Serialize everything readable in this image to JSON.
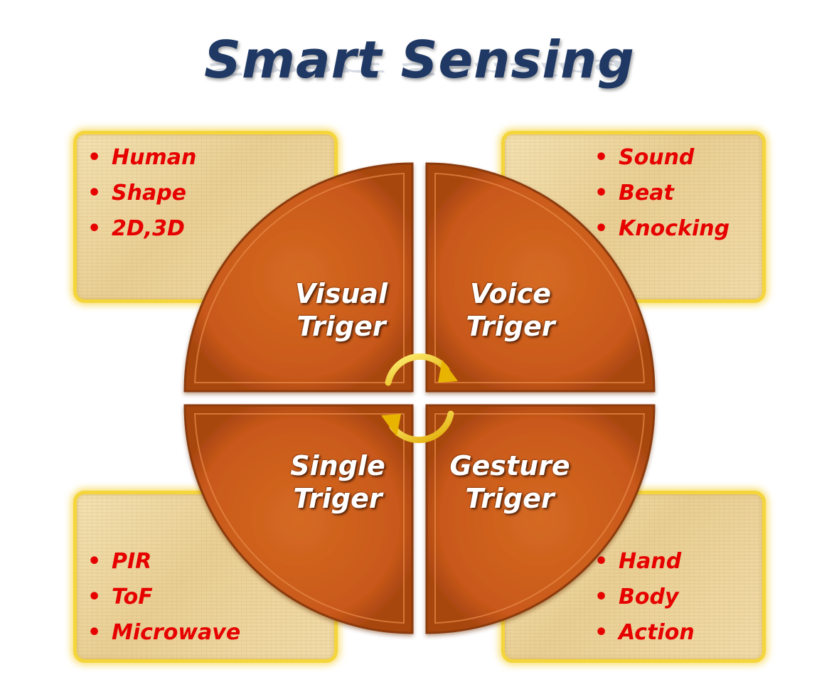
{
  "title": "Smart Sensing",
  "quadrants": {
    "visual": {
      "line1": "Visual",
      "line2": "Triger"
    },
    "voice": {
      "line1": "Voice",
      "line2": "Triger"
    },
    "single": {
      "line1": "Single",
      "line2": "Triger"
    },
    "gesture": {
      "line1": "Gesture",
      "line2": "Triger"
    }
  },
  "boxes": {
    "top_left": {
      "items": [
        "Human",
        "Shape",
        "2D,3D"
      ]
    },
    "top_right": {
      "items": [
        "Sound",
        "Beat",
        "Knocking"
      ]
    },
    "bottom_left": {
      "items": [
        "PIR",
        "ToF",
        "Microwave"
      ]
    },
    "bottom_right": {
      "items": [
        "Hand",
        "Body",
        "Action"
      ]
    }
  },
  "colors": {
    "title": "#1f3864",
    "wheel": "#c8581a",
    "wheel_edge": "#8c3a0c",
    "bullet_text": "#e60000",
    "box_border": "#f4d53c",
    "arrow": "#f2c200"
  },
  "icons": [
    "cycle-arrows-icon"
  ]
}
